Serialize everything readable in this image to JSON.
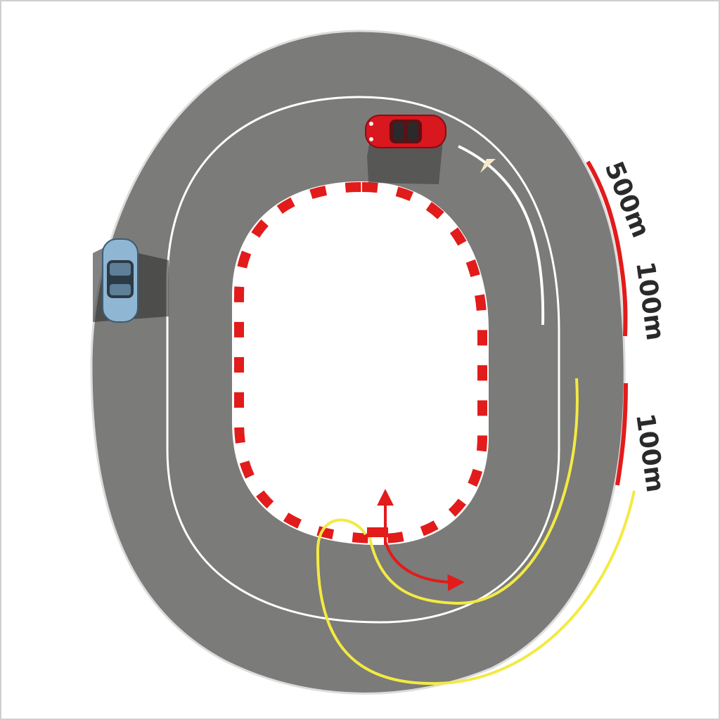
{
  "track": {
    "asphalt_color": "#7b7b79",
    "lane_line_color": "#ffffff",
    "curb_color": "#e21b1b",
    "infield_color": "#ffffff"
  },
  "cars": [
    {
      "name": "red car",
      "color": "#d8171f",
      "icon": "car-top-view-icon"
    },
    {
      "name": "blue car",
      "color": "#8fb6d2",
      "icon": "car-top-view-icon"
    }
  ],
  "paths": {
    "white_arrow_color": "#ffffff",
    "yellow_line_color": "#f3ea43",
    "red_arrow_color": "#e21b1b"
  },
  "distance_markers": [
    {
      "label": "500m"
    },
    {
      "label": "100m"
    },
    {
      "label": "100m"
    }
  ]
}
